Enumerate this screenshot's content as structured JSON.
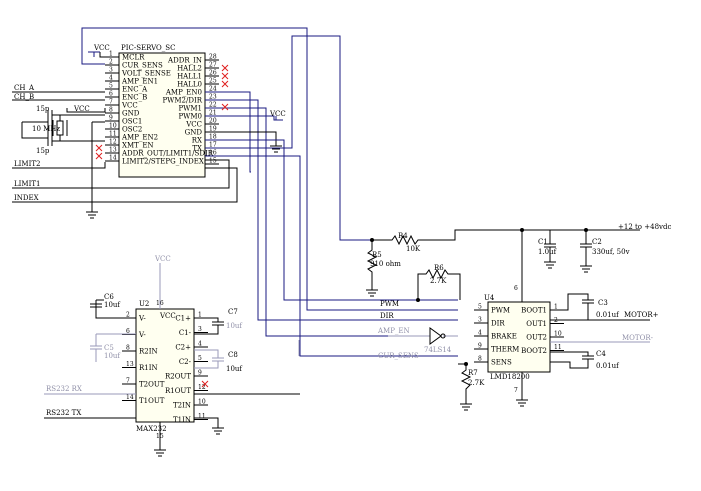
{
  "u1": {
    "name": "PIC-SERVO_SC",
    "left_pins": [
      {
        "n": "1",
        "label": "MCLR"
      },
      {
        "n": "2",
        "label": "CUR_SENS"
      },
      {
        "n": "3",
        "label": "VOLT_SENSE"
      },
      {
        "n": "4",
        "label": "AMP_EN1"
      },
      {
        "n": "5",
        "label": "ENC_A"
      },
      {
        "n": "6",
        "label": "ENC_B"
      },
      {
        "n": "7",
        "label": "VCC"
      },
      {
        "n": "8",
        "label": "GND"
      },
      {
        "n": "9",
        "label": "OSC1"
      },
      {
        "n": "10",
        "label": "OSC2"
      },
      {
        "n": "11",
        "label": "AMP_EN2"
      },
      {
        "n": "12",
        "label": "XMT_EN"
      },
      {
        "n": "13",
        "label": "ADDR_OUT/LIMIT1/SDIR"
      },
      {
        "n": "14",
        "label": "LIMIT2/STEPG_INDEX"
      }
    ],
    "right_pins": [
      {
        "n": "28",
        "label": "ADDR_IN"
      },
      {
        "n": "27",
        "label": "HALL2"
      },
      {
        "n": "26",
        "label": "HALL1"
      },
      {
        "n": "25",
        "label": "HALL0"
      },
      {
        "n": "24",
        "label": "AMP_EN0"
      },
      {
        "n": "23",
        "label": "PWM2/DIR"
      },
      {
        "n": "22",
        "label": "PWM1"
      },
      {
        "n": "21",
        "label": "PWM0"
      },
      {
        "n": "20",
        "label": "VCC"
      },
      {
        "n": "19",
        "label": "GND"
      },
      {
        "n": "18",
        "label": "RX"
      },
      {
        "n": "17",
        "label": "TX"
      },
      {
        "n": "16",
        "label": ""
      },
      {
        "n": "15",
        "label": ""
      }
    ]
  },
  "u2": {
    "ref": "U2",
    "name": "MAX232",
    "left_pins": [
      {
        "n": "2",
        "label": "V-"
      },
      {
        "n": "6",
        "label": "V-"
      },
      {
        "n": "8",
        "label": "R2IN"
      },
      {
        "n": "13",
        "label": "R1IN"
      },
      {
        "n": "7",
        "label": "T2OUT"
      },
      {
        "n": "14",
        "label": "T1OUT"
      }
    ],
    "right_pins": [
      {
        "n": "1",
        "label": "C1+"
      },
      {
        "n": "3",
        "label": "C1-"
      },
      {
        "n": "4",
        "label": "C2+"
      },
      {
        "n": "5",
        "label": "C2-"
      },
      {
        "n": "9",
        "label": "R2OUT"
      },
      {
        "n": "12",
        "label": "R1OUT"
      },
      {
        "n": "10",
        "label": "T2IN"
      },
      {
        "n": "11",
        "label": "T1IN"
      }
    ],
    "top_pin": {
      "n": "16",
      "label": "VCC"
    },
    "bottom_pin": {
      "n": "15"
    }
  },
  "u4": {
    "ref": "U4",
    "name": "LMD18200",
    "left_pins": [
      {
        "n": "5",
        "label": "PWM"
      },
      {
        "n": "3",
        "label": "DIR"
      },
      {
        "n": "4",
        "label": "BRAKE"
      },
      {
        "n": "9",
        "label": "THERM"
      },
      {
        "n": "8",
        "label": "SENS"
      }
    ],
    "right_pins": [
      {
        "n": "1",
        "label": "BOOT1"
      },
      {
        "n": "2",
        "label": "OUT1"
      },
      {
        "n": "10",
        "label": "OUT2"
      },
      {
        "n": "11",
        "label": "BOOT2"
      }
    ],
    "top_pin": {
      "n": "6"
    },
    "bottom_pin": {
      "n": "7"
    }
  },
  "nets": {
    "vcc": "VCC",
    "ch_a": "CH_A",
    "ch_b": "CH_B",
    "limit2": "LIMIT2",
    "limit1": "LIMIT1",
    "index": "INDEX",
    "rs232_rx": "RS232 RX",
    "rs232_tx": "RS232 TX",
    "pwm": "PWM",
    "dir": "DIR",
    "amp_en": "AMP_EN",
    "cur_sens": "CUR_SENS",
    "supply": "+12 to +48vdc",
    "motor_plus": "MOTOR+",
    "motor_minus": "MOTOR-"
  },
  "components": {
    "crystal": "10 MHz",
    "c_osc1": "15p",
    "c_osc2": "15p",
    "c6": {
      "ref": "C6",
      "value": "10uf"
    },
    "c5": {
      "ref": "C5",
      "value": "10uf"
    },
    "c7": {
      "ref": "C7",
      "value": "10uf"
    },
    "c8": {
      "ref": "C8",
      "value": "10uf"
    },
    "r4": {
      "ref": "R4",
      "value": "10K"
    },
    "r5": {
      "ref": "R5",
      "value": "910 ohm"
    },
    "r6": {
      "ref": "R6",
      "value": "2.7K"
    },
    "r7": {
      "ref": "R7",
      "value": "2.7K"
    },
    "c1": {
      "ref": "C1",
      "value": "1.0uf"
    },
    "c2": {
      "ref": "C2",
      "value": "330uf, 50v"
    },
    "c3": {
      "ref": "C3",
      "value": "0.01uf"
    },
    "c4": {
      "ref": "C4",
      "value": "0.01uf"
    },
    "inverter": "74LS14"
  },
  "icons": [
    "ground-icon",
    "no-connect-icon",
    "vcc-icon"
  ]
}
